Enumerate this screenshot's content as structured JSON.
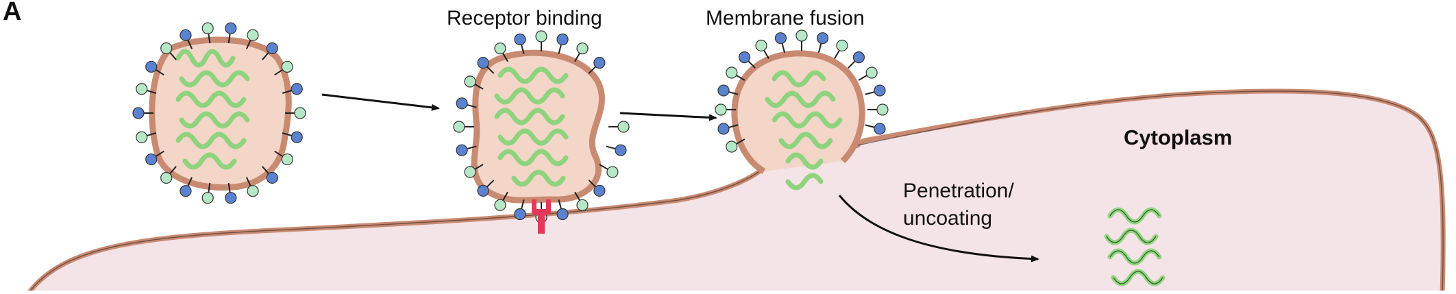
{
  "panel_label": "A",
  "steps": {
    "receptor_binding": "Receptor binding",
    "membrane_fusion": "Membrane fusion",
    "penetration_line1": "Penetration/",
    "penetration_line2": "uncoating"
  },
  "cytoplasm_label": "Cytoplasm",
  "colors": {
    "cytoplasm_fill": "#f4e3e7",
    "membrane": "#c98a72",
    "virion_fill": "#f3d6c8",
    "genome": "#8fd37e",
    "spike_blue": "#5b82cf",
    "spike_green": "#b6e7c6",
    "receptor": "#e23a5a"
  }
}
